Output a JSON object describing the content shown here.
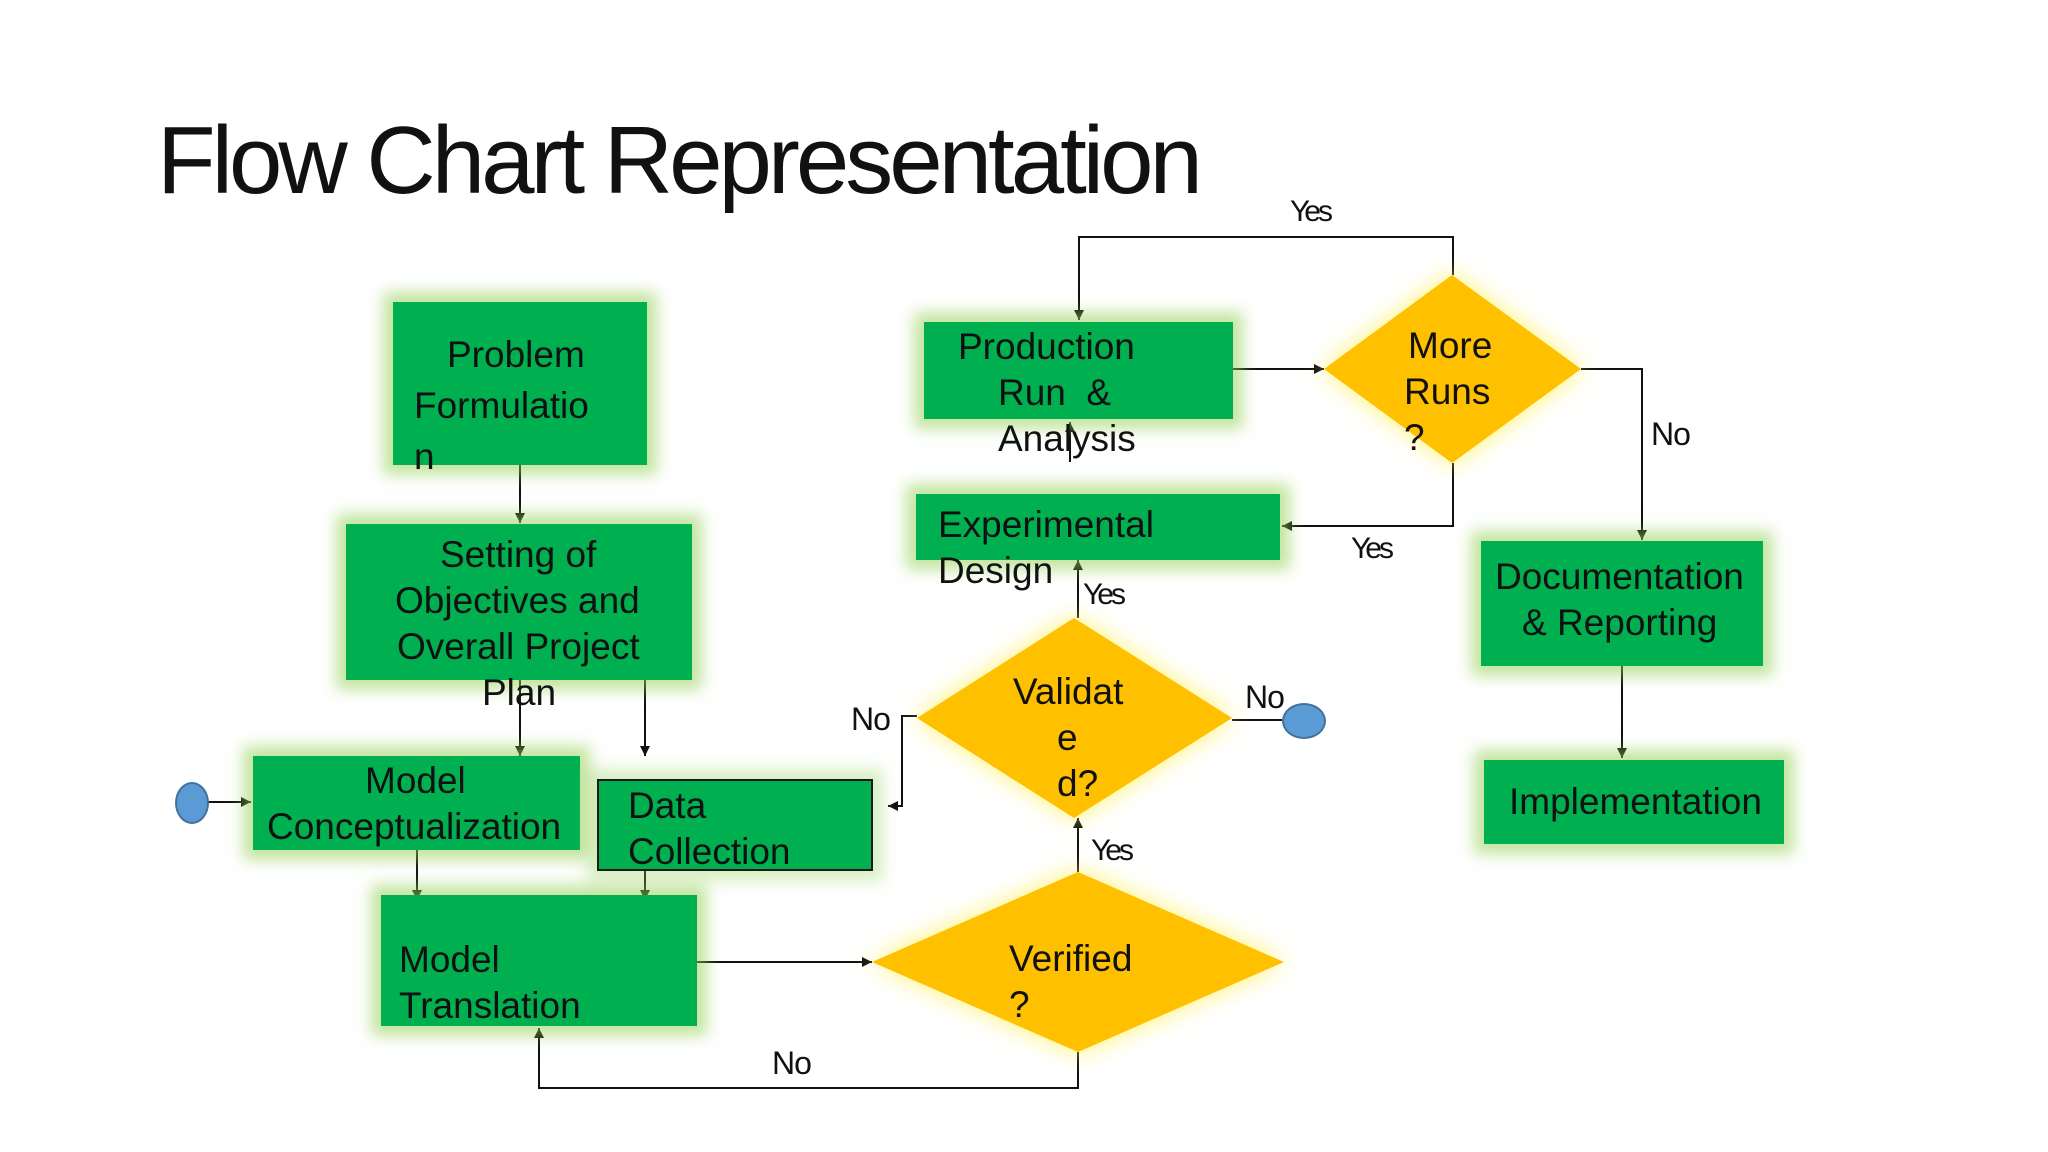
{
  "title": "Flow Chart Representation",
  "colors": {
    "process": "#00b050",
    "decision": "#ffc000",
    "terminal": "#5b9bd5",
    "glow": "#92d050"
  },
  "nodes": {
    "problem": [
      "Problem",
      "Formulatio",
      "n"
    ],
    "objectives": [
      "Setting of",
      "Objectives and",
      "Overall Project",
      "Plan"
    ],
    "conceptualization": [
      "Model",
      "Conceptualization"
    ],
    "data": [
      "Data",
      "Collection"
    ],
    "translation": [
      "Model",
      "Translation"
    ],
    "verified": [
      "Verified",
      "?"
    ],
    "validated": [
      "Validat",
      "e",
      "d?"
    ],
    "experimental": [
      "Experimental",
      "Design"
    ],
    "production": [
      "Production",
      "Run  &",
      "Analysis"
    ],
    "more_runs": [
      "More",
      "Runs",
      "?"
    ],
    "documentation": [
      "Documentation",
      "& Reporting"
    ],
    "implementation": "Implementation"
  },
  "edge_labels": {
    "yes_top": "Yes",
    "no_right": "No",
    "yes_more_runs": "Yes",
    "yes_validated": "Yes",
    "no_validated_left": "No",
    "no_validated_right": "No",
    "yes_verified": "Yes",
    "no_verified": "No"
  }
}
